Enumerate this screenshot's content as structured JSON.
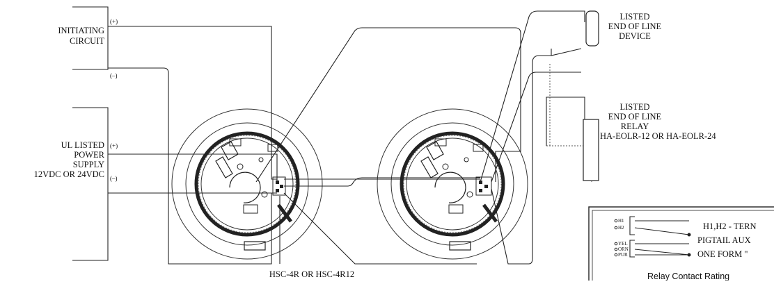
{
  "left": {
    "initiating": [
      "INITIATING",
      "CIRCUIT"
    ],
    "init_plus": "(+)",
    "init_minus": "(–)",
    "power": [
      "UL LISTED",
      "POWER",
      "SUPPLY",
      "12VDC OR 24VDC"
    ],
    "pwr_plus": "(+)",
    "pwr_minus": "(–)"
  },
  "right": {
    "eol_device": [
      "LISTED",
      "END OF LINE",
      "DEVICE"
    ],
    "eol_relay": [
      "LISTED",
      "END OF LINE",
      "RELAY",
      "HA-EOLR-12 OR HA-EOLR-24"
    ]
  },
  "caption": "HSC-4R OR HSC-4R12",
  "legend": {
    "term_h1": "H1",
    "term_h2": "H2",
    "term_yel": "YEL",
    "term_orn": "ORN",
    "term_pur": "PUR",
    "line1": "H1,H2 - TERN",
    "line2": "PIGTAIL AUX",
    "line3": "ONE FORM \"",
    "rating": "Relay Contact Rating"
  }
}
